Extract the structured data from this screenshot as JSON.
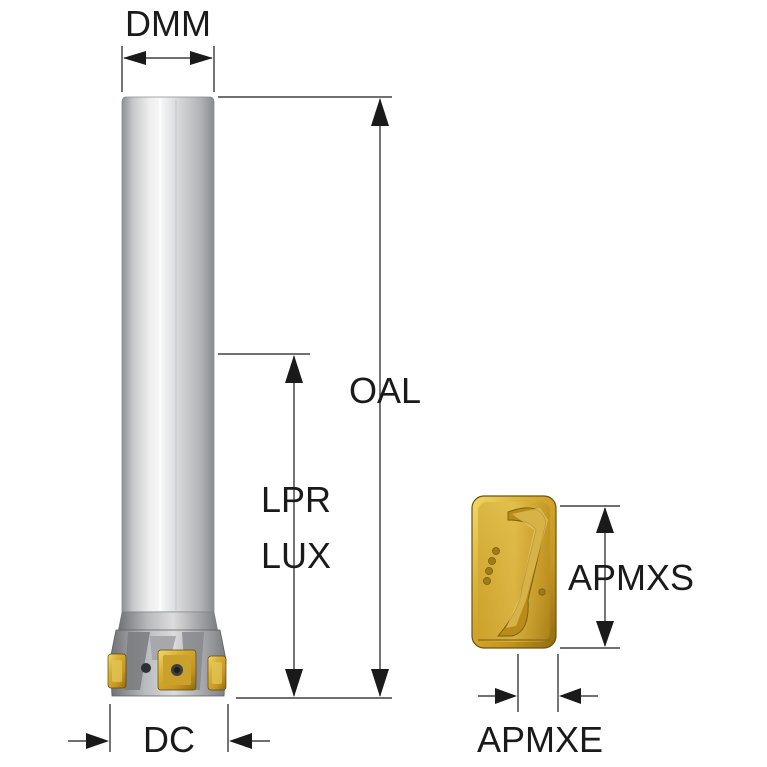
{
  "labels": {
    "dmm": "DMM",
    "oal": "OAL",
    "lpr": "LPR",
    "lux": "LUX",
    "dc": "DC",
    "apmxs": "APMXS",
    "apmxe": "APMXE"
  },
  "colors": {
    "line": "#1a1a1a",
    "shank_light": "#e9e9ea",
    "shank_dark": "#8f9094",
    "insert_gold": "#d9b23a",
    "insert_dark": "#9b7a18"
  }
}
